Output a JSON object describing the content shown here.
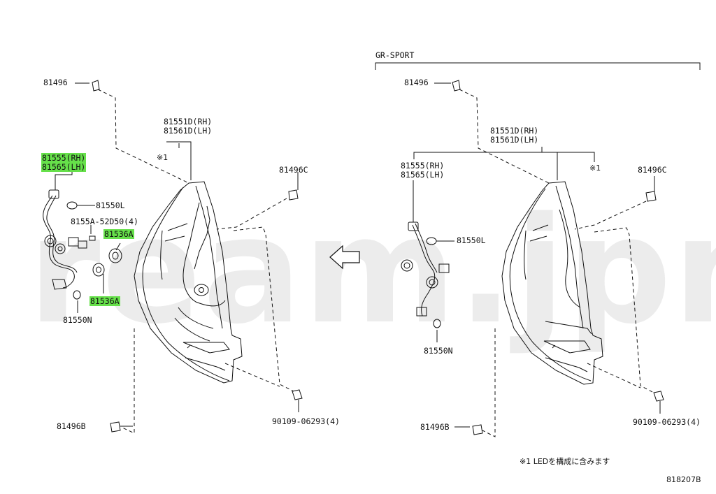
{
  "watermark": "ream.jpn",
  "section_title": "GR-SPORT",
  "left": {
    "p81496_top": "81496",
    "p81551": "81551D(RH)",
    "p81561": "81561D(LH)",
    "note_ref": "※1",
    "p81555": "81555(RH)",
    "p81565": "81565(LH)",
    "p81550L": "81550L",
    "p8155A": "8155A-52D50(4)",
    "p81536A_a": "81536A",
    "p81536A_b": "81536A",
    "p81550N": "81550N",
    "p81496C": "81496C",
    "p90109": "90109-06293(4)",
    "p81496B": "81496B"
  },
  "right": {
    "p81496_top": "81496",
    "p81551": "81551D(RH)",
    "p81561": "81561D(LH)",
    "note_ref": "※1",
    "p81555": "81555(RH)",
    "p81565": "81565(LH)",
    "p81550L": "81550L",
    "p81550N": "81550N",
    "p81496C": "81496C",
    "p90109": "90109-06293(4)",
    "p81496B": "81496B"
  },
  "footnote": "※1 LEDを構成に含みます",
  "diagram_id": "818207B",
  "colors": {
    "highlight": "#66e04a",
    "line": "#111111"
  }
}
